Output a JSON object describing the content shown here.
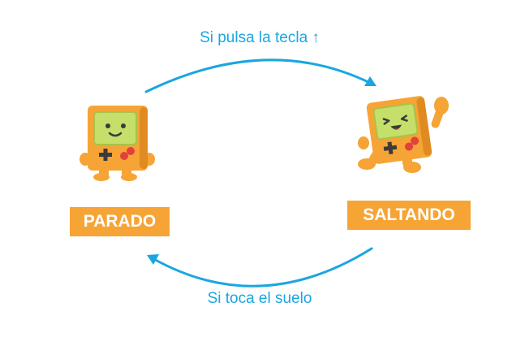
{
  "diagram": {
    "transitions": [
      {
        "label": "Si pulsa la tecla ↑",
        "from": "PARADO",
        "to": "SALTANDO"
      },
      {
        "label": "Si toca el suelo",
        "from": "SALTANDO",
        "to": "PARADO"
      }
    ],
    "states": {
      "parado": {
        "label": "PARADO",
        "icon": "idle-game-console-character-icon"
      },
      "saltando": {
        "label": "SALTANDO",
        "icon": "jumping-game-console-character-icon"
      }
    }
  },
  "colors": {
    "arrow": "#1aa6e0",
    "label_text": "#1aa6e0",
    "badge_bg": "#f6a436",
    "badge_text": "#ffffff",
    "character_body": "#f6a436",
    "character_screen": "#c5e06a"
  }
}
